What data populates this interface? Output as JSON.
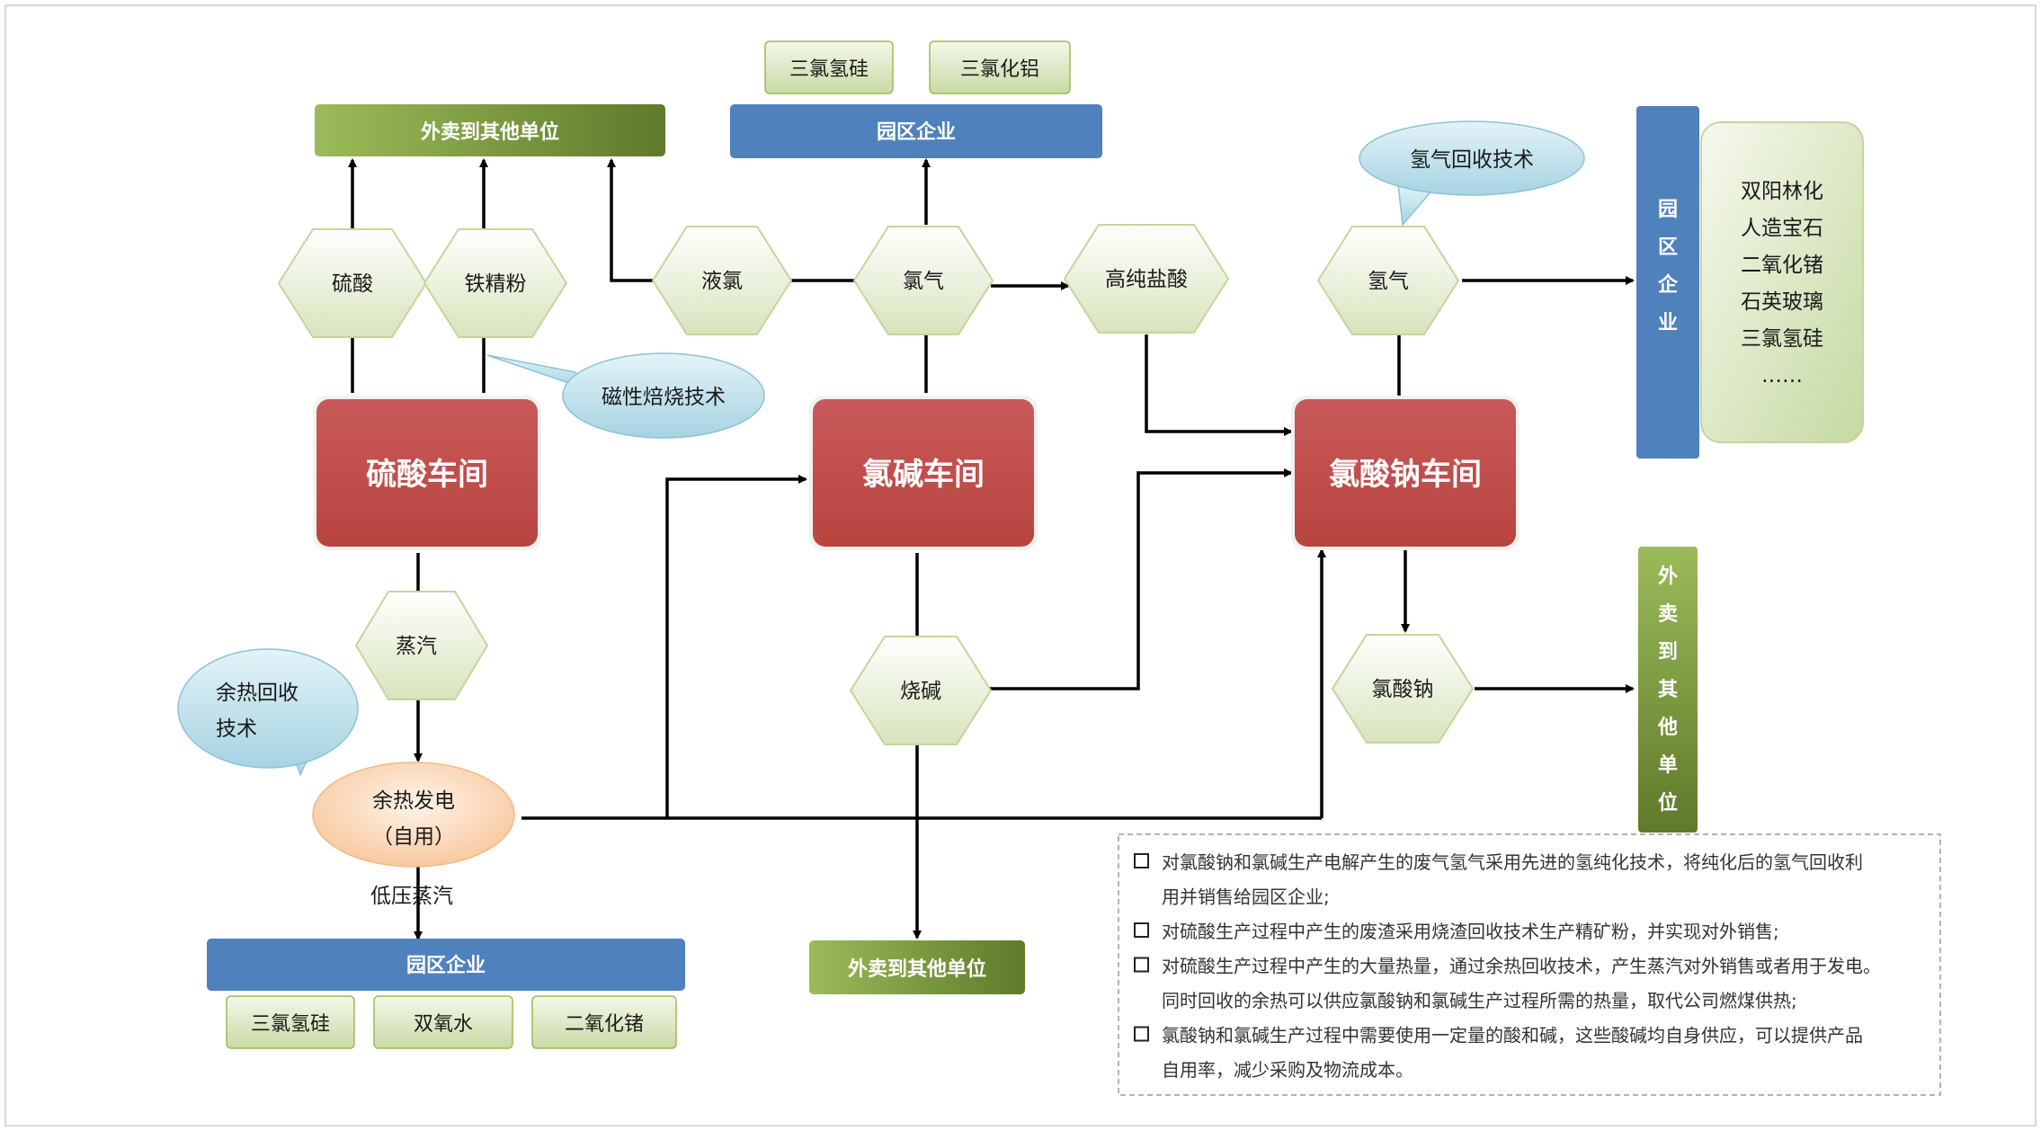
{
  "workshops": {
    "sulfuric": "硫酸车间",
    "chloralkali": "氯碱车间",
    "chlorate": "氯酸钠车间"
  },
  "nodes": {
    "sulfuric_acid": "硫酸",
    "iron_concentrate": "铁精粉",
    "liquid_chlorine": "液氯",
    "chlorine": "氯气",
    "hp_hcl": "高纯盐酸",
    "hydrogen": "氢气",
    "steam": "蒸汽",
    "caustic_soda": "烧碱",
    "sodium_chlorate": "氯酸钠",
    "waste_heat_power_line1": "余热发电",
    "waste_heat_power_line2": "（自用）",
    "low_pressure_steam": "低压蒸汽"
  },
  "headers": {
    "sell_top": "外卖到其他单位",
    "park_top": "园区企业",
    "park_bottom": "园区企业",
    "sell_bottom": "外卖到其他单位",
    "park_right_vertical": [
      "园",
      "区",
      "企",
      "业"
    ],
    "sell_right_vertical": [
      "外",
      "卖",
      "到",
      "其",
      "他",
      "单",
      "位"
    ]
  },
  "products": {
    "top_1": "三氯氢硅",
    "top_2": "三氯化铝",
    "bottom_1": "三氯氢硅",
    "bottom_2": "双氧水",
    "bottom_3": "二氧化锗"
  },
  "callouts": {
    "hydrogen_recovery": "氢气回收技术",
    "magnetic_roasting": "磁性焙烧技术",
    "waste_heat_line1": "余热回收",
    "waste_heat_line2": "技术"
  },
  "park_list": [
    "双阳林化",
    "人造宝石",
    "二氧化锗",
    "石英玻璃",
    "三氯氢硅",
    "……"
  ],
  "notes": [
    "对氯酸钠和氯碱生产电解产生的废气氢气采用先进的氢纯化技术，将纯化后的氢气回收利",
    "用并销售给园区企业;",
    "对硫酸生产过程中产生的废渣采用烧渣回收技术生产精矿粉，并实现对外销售;",
    "对硫酸生产过程中产生的大量热量，通过余热回收技术，产生蒸汽对外销售或者用于发电。",
    "同时回收的余热可以供应氯酸钠和氯碱生产过程所需的热量，取代公司燃煤供热;",
    "氯酸钠和氯碱生产过程中需要使用一定量的酸和碱，这些酸碱均自身供应，可以提供产品",
    "自用率，减少采购及物流成本。"
  ],
  "colors": {
    "workshop_red": "#c0504d",
    "header_blue": "#4f81bd",
    "header_green": "#77933c",
    "hexagon_fill": "#ebf1de",
    "callout_blue": "#b7dde8",
    "waste_heat_orange": "#fbd4b4"
  }
}
